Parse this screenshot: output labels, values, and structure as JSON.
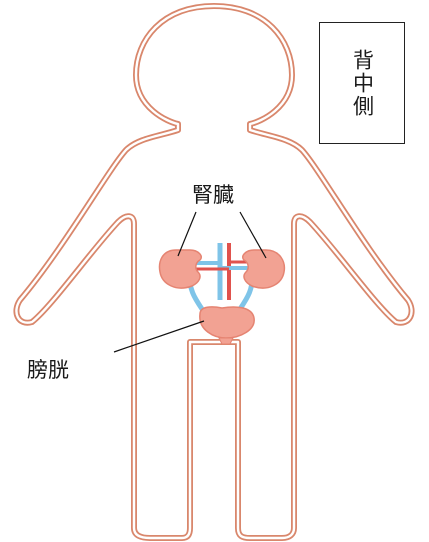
{
  "side_label": "背中側",
  "organs": {
    "kidney_label": "腎臓",
    "bladder_label": "膀胱"
  },
  "colors": {
    "body_outline": "#d9876c",
    "organ_fill": "#f2a293",
    "organ_stroke": "#e58472",
    "vein": "#7fc4e8",
    "artery": "#e0524d",
    "leader_line": "#111111"
  }
}
